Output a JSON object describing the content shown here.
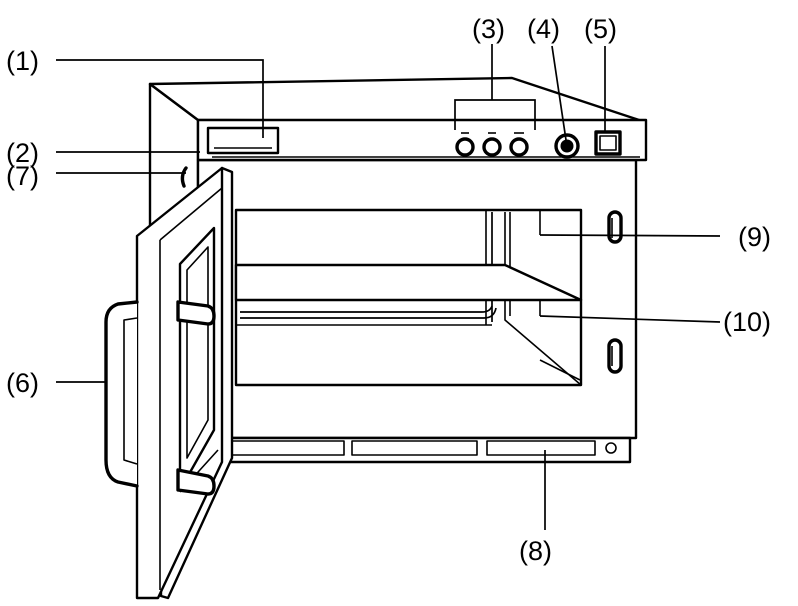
{
  "callouts": {
    "c1": "(1)",
    "c2": "(2)",
    "c3": "(3)",
    "c4": "(4)",
    "c5": "(5)",
    "c6": "(6)",
    "c7": "(7)",
    "c8": "(8)",
    "c9": "(9)",
    "c10": "(10)"
  },
  "colors": {
    "ink": "#000000",
    "paper": "#ffffff"
  }
}
